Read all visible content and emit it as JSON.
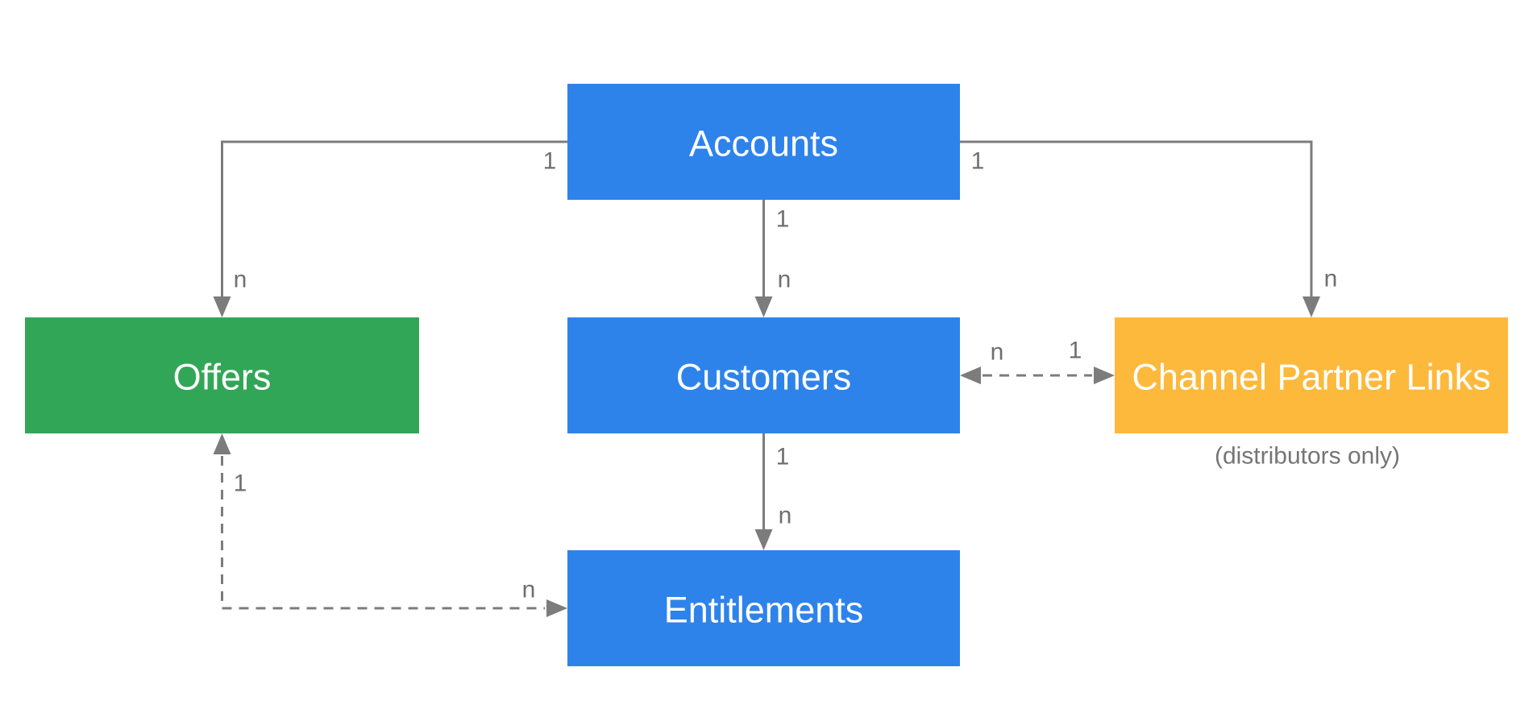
{
  "diagram": {
    "description": "Entity relationship diagram: Accounts, Offers, Customers, Channel Partner Links, Entitlements",
    "colors": {
      "blue": "#2e83eb",
      "green": "#32a657",
      "orange": "#fdb93c",
      "line_gray": "#7c7c7c",
      "label_gray": "#6f6f6f",
      "caption_gray": "#757575",
      "node_text": "#ffffff",
      "background": "#ffffff"
    },
    "nodes": [
      {
        "id": "accounts",
        "label": "Accounts",
        "color": "#2e83eb"
      },
      {
        "id": "offers",
        "label": "Offers",
        "color": "#32a657"
      },
      {
        "id": "customers",
        "label": "Customers",
        "color": "#2e83eb"
      },
      {
        "id": "channel-partner-links",
        "label": "Channel Partner Links",
        "color": "#fdb93c",
        "note": "(distributors only)"
      },
      {
        "id": "entitlements",
        "label": "Entitlements",
        "color": "#2e83eb"
      }
    ],
    "edges": [
      {
        "from": "Accounts",
        "to": "Offers",
        "style": "solid",
        "arrows": "to",
        "from_label": "1",
        "to_label": "n"
      },
      {
        "from": "Accounts",
        "to": "Customers",
        "style": "solid",
        "arrows": "to",
        "from_label": "1",
        "to_label": "n"
      },
      {
        "from": "Accounts",
        "to": "Channel Partner Links",
        "style": "solid",
        "arrows": "to",
        "from_label": "1",
        "to_label": "n"
      },
      {
        "from": "Customers",
        "to": "Channel Partner Links",
        "style": "dashed",
        "arrows": "both",
        "from_label": "n",
        "to_label": "1"
      },
      {
        "from": "Customers",
        "to": "Entitlements",
        "style": "solid",
        "arrows": "to",
        "from_label": "1",
        "to_label": "n"
      },
      {
        "from": "Offers",
        "to": "Entitlements",
        "style": "dashed",
        "arrows": "both",
        "from_label": "1",
        "to_label": "n"
      }
    ]
  }
}
